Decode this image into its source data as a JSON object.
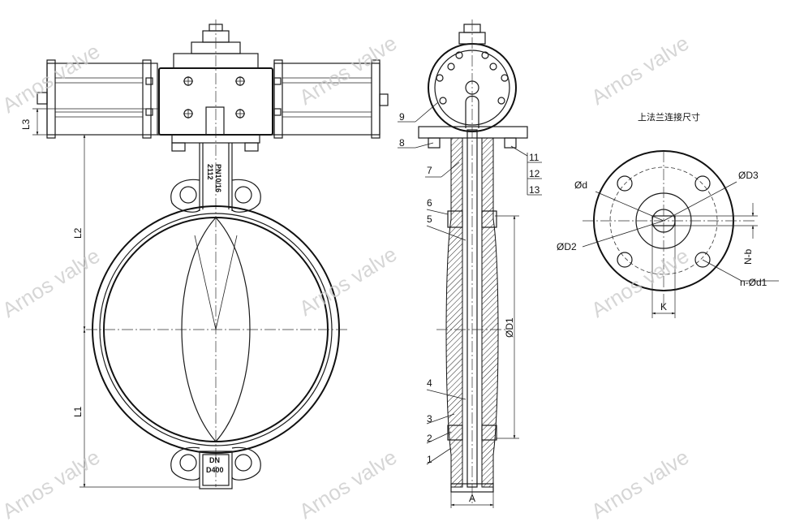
{
  "watermark_text": "Arnos valve",
  "part_numbers": [
    "1",
    "2",
    "3",
    "4",
    "5",
    "6",
    "7",
    "8",
    "9",
    "11",
    "12",
    "13"
  ],
  "front_view": {
    "dimensions": [
      "L3",
      "L2",
      "L1"
    ],
    "body_marking": [
      "2112",
      "PN10/16"
    ],
    "flange_marking": [
      "DN",
      "D400"
    ]
  },
  "side_view": {
    "dimensions": [
      "A",
      "ØD1"
    ]
  },
  "flange_view": {
    "title": "上法兰连接尺寸",
    "dimensions": [
      "Ød",
      "ØD3",
      "ØD2",
      "N-b",
      "n-Ød1",
      "K"
    ]
  }
}
